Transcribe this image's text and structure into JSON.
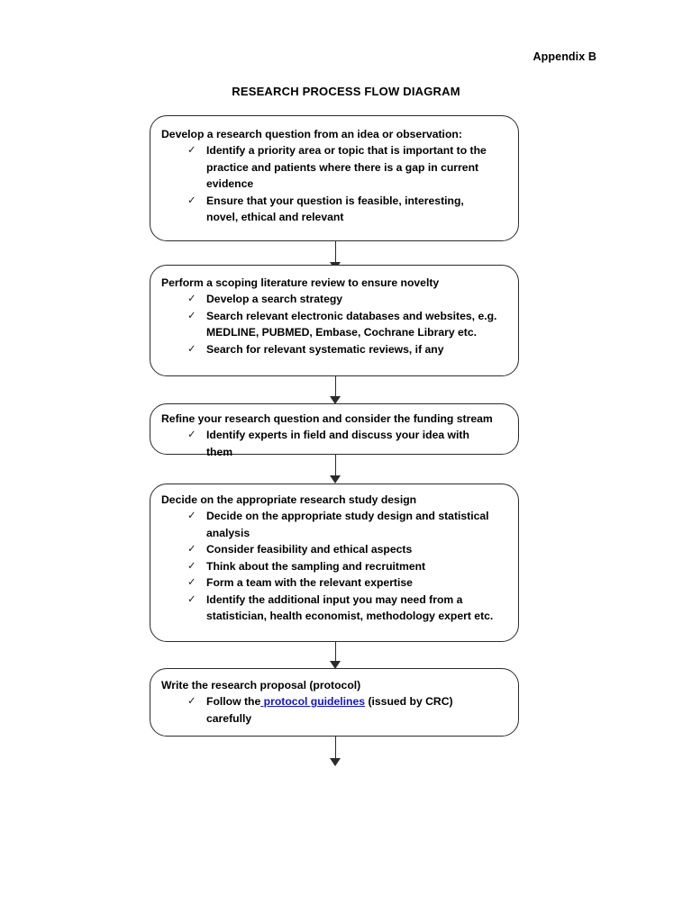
{
  "header": {
    "appendix_label": "Appendix B",
    "title": "RESEARCH PROCESS FLOW DIAGRAM"
  },
  "icons": {
    "check": "✓"
  },
  "colors": {
    "link": "#1414cf",
    "stroke": "#2b2b2b",
    "text": "#000000",
    "background": "#ffffff"
  },
  "flow": {
    "steps": [
      {
        "id": "develop-research-question",
        "heading": "Develop a research question from an idea or observation:",
        "items": [
          "Identify a priority area or topic that is important to the practice and patients where there is a gap in current evidence",
          "Ensure that your question is feasible, interesting, novel, ethical and relevant"
        ]
      },
      {
        "id": "scoping-literature-review",
        "heading": "Perform a scoping literature review to ensure novelty",
        "items": [
          "Develop a search strategy",
          "Search relevant electronic databases and websites, e.g. MEDLINE, PUBMED, Embase, Cochrane Library etc.",
          "Search for relevant systematic reviews, if any"
        ]
      },
      {
        "id": "refine-question-funding",
        "heading": "Refine your research question and consider the funding stream",
        "items": [
          "Identify experts in field and discuss your idea with them"
        ]
      },
      {
        "id": "decide-study-design",
        "heading": "Decide on the appropriate research study design",
        "items": [
          "Decide on the appropriate study design and statistical analysis",
          "Consider feasibility and ethical aspects",
          "Think about the sampling and recruitment",
          "Form a team with the relevant expertise",
          "Identify the additional input you may need from a statistician, health economist, methodology expert etc."
        ]
      },
      {
        "id": "write-research-proposal",
        "heading": "Write the research proposal (protocol)",
        "items": [],
        "rich_items": [
          {
            "before": "Follow the",
            "link": " protocol guidelines",
            "after": " (issued by CRC) carefully"
          }
        ]
      }
    ]
  }
}
